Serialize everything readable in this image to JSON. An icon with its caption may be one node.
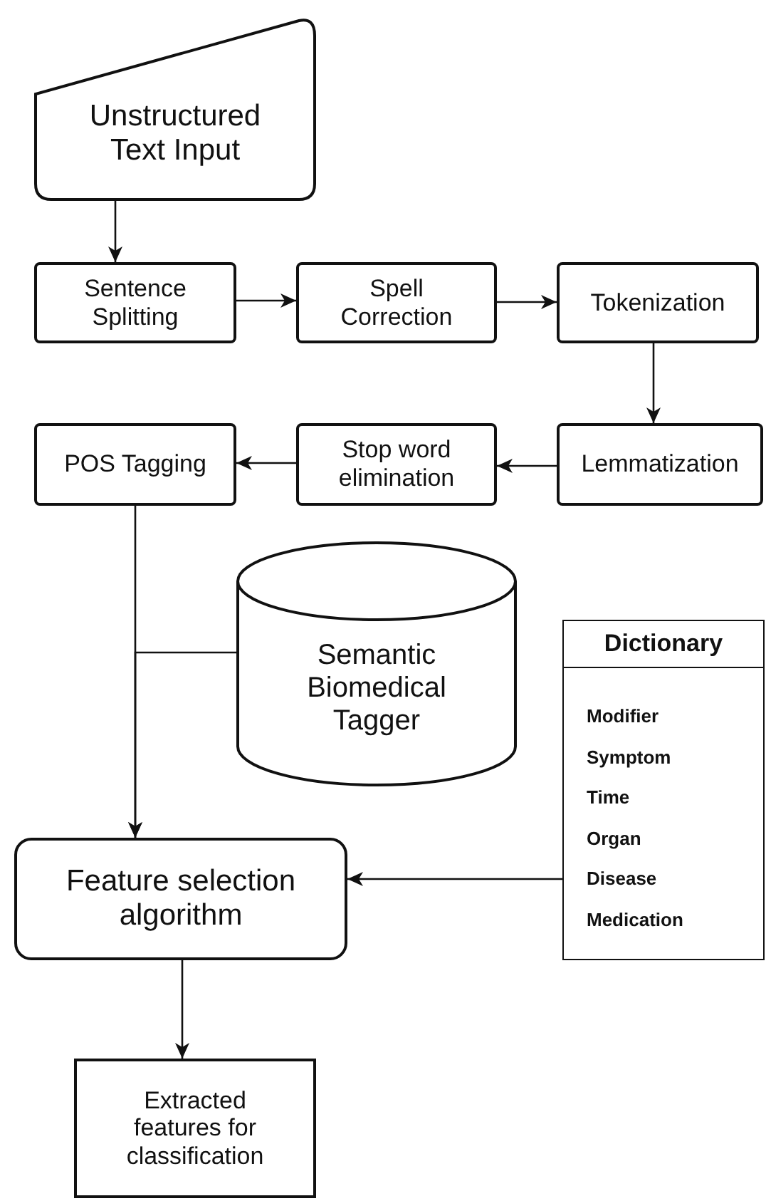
{
  "diagram": {
    "nodes": [
      {
        "text": [
          "Unstructured Text Input"
        ]
      },
      {
        "text": [
          "Sentence Splitting"
        ]
      },
      {
        "text": [
          "Spell Correction"
        ]
      },
      {
        "text": [
          "Tokenization"
        ]
      },
      {
        "text": [
          "Lemmatization"
        ]
      },
      {
        "text": [
          "Stop word elimination"
        ]
      },
      {
        "text": [
          "POS Tagging"
        ]
      },
      {
        "text": [
          "Semantic Biomedical Tagger"
        ]
      },
      {
        "text": [
          "Dictionary",
          "Modifier",
          "Symptom",
          "Time",
          "Organ",
          "Disease",
          "Medication"
        ]
      },
      {
        "text": [
          "Feature selection algorithm"
        ]
      },
      {
        "text": [
          "Extracted features for classification"
        ]
      }
    ],
    "edges": [
      {
        "from": 0,
        "to": 1,
        "arrow": "to"
      },
      {
        "from": 1,
        "to": 2,
        "arrow": "to"
      },
      {
        "from": 2,
        "to": 3,
        "arrow": "to"
      },
      {
        "from": 3,
        "to": 4,
        "arrow": "to"
      },
      {
        "from": 4,
        "to": 5,
        "arrow": "to"
      },
      {
        "from": 5,
        "to": 6,
        "arrow": "to"
      },
      {
        "from": 6,
        "to": 9,
        "arrow": "to"
      },
      {
        "from": 7,
        "to": 9,
        "arrow": "to"
      },
      {
        "from": 8,
        "to": 9,
        "arrow": "to"
      },
      {
        "from": 9,
        "to": 10,
        "arrow": "to"
      }
    ]
  }
}
